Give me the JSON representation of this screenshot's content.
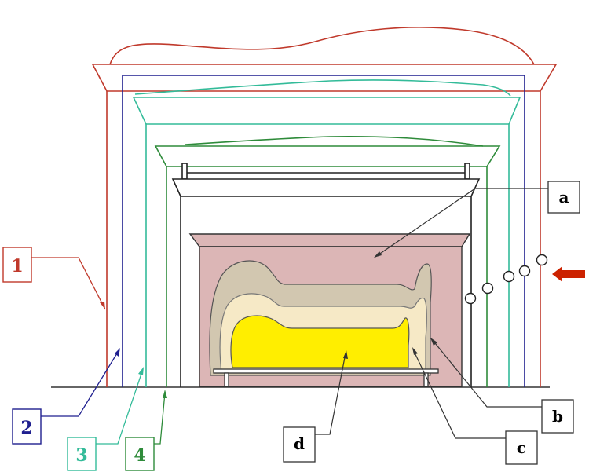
{
  "colors": {
    "shrine1": "#c0392b",
    "shrine2": "#1f1f8f",
    "shrine3": "#33bb99",
    "shrine4": "#2e8b3a",
    "sarcophagus_fill": "#dcb6b6",
    "outer_coffin": "#d2c7b0",
    "middle_coffin": "#f6e9c6",
    "inner_coffin": "#ffee00",
    "arrow": "#cc2200"
  },
  "labels": {
    "shrine1": "1",
    "shrine2": "2",
    "shrine3": "3",
    "shrine4": "4",
    "a": "a",
    "b": "b",
    "c": "c",
    "d": "d"
  },
  "icons": {
    "entrance_arrow": "red-arrow-left-icon"
  }
}
